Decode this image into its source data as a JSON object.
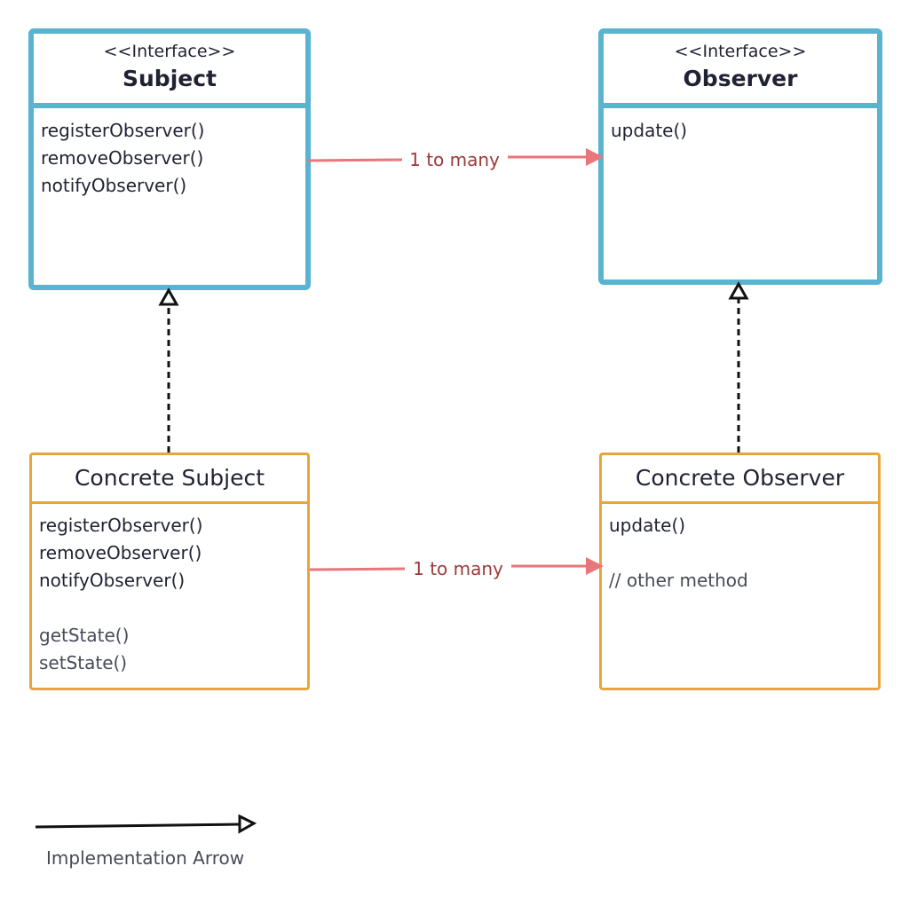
{
  "subject": {
    "stereotype": "<<Interface>>",
    "name": "Subject",
    "methods": [
      "registerObserver()",
      "removeObserver()",
      "notifyObserver()"
    ]
  },
  "observer": {
    "stereotype": "<<Interface>>",
    "name": "Observer",
    "methods": [
      "update()"
    ]
  },
  "concrete_subject": {
    "name": "Concrete Subject",
    "methods": [
      "registerObserver()",
      "removeObserver()",
      "notifyObserver()"
    ],
    "extra_methods": [
      "getState()",
      "setState()"
    ]
  },
  "concrete_observer": {
    "name": "Concrete Observer",
    "methods": [
      "update()"
    ],
    "comment": "// other method"
  },
  "relations": {
    "interface_link_label": "1 to many",
    "concrete_link_label": "1 to many"
  },
  "legend": {
    "label": "Implementation Arrow"
  },
  "colors": {
    "interface_border": "#5ab4cf",
    "concrete_border": "#e8a53c",
    "association_arrow": "#e8767a",
    "association_label": "#9b3a3a",
    "implementation_arrow": "#111111"
  }
}
